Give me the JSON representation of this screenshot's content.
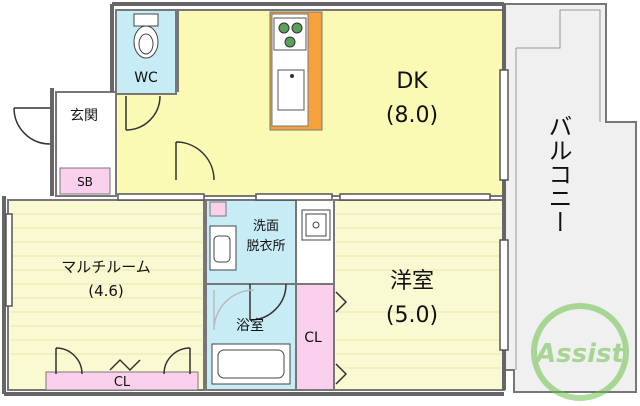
{
  "rooms": {
    "dk": {
      "name": "DK",
      "size": "(8.0)"
    },
    "yoshitsu": {
      "name": "洋室",
      "size": "(5.0)"
    },
    "multi": {
      "name": "マルチルーム",
      "size": "(4.6)"
    },
    "balcony": {
      "name": "バルコニー"
    },
    "wc": {
      "name": "WC"
    },
    "genkan": {
      "name": "玄関"
    },
    "sb": {
      "name": "SB"
    },
    "senmen": {
      "line1": "洗面",
      "line2": "脱衣所"
    },
    "yokushitsu": {
      "name": "浴室"
    },
    "cl_right": {
      "name": "CL"
    },
    "cl_bottom": {
      "name": "CL"
    }
  },
  "watermark": {
    "text": "Assist"
  },
  "colors": {
    "dk_floor": "#fafab4",
    "room_floor": "#fafad2",
    "water_area": "#c8ecf5",
    "closet": "#fbd0ec",
    "balcony": "#f0f0f0",
    "wall": "#777777",
    "watermark_green": "#6cc04a"
  }
}
